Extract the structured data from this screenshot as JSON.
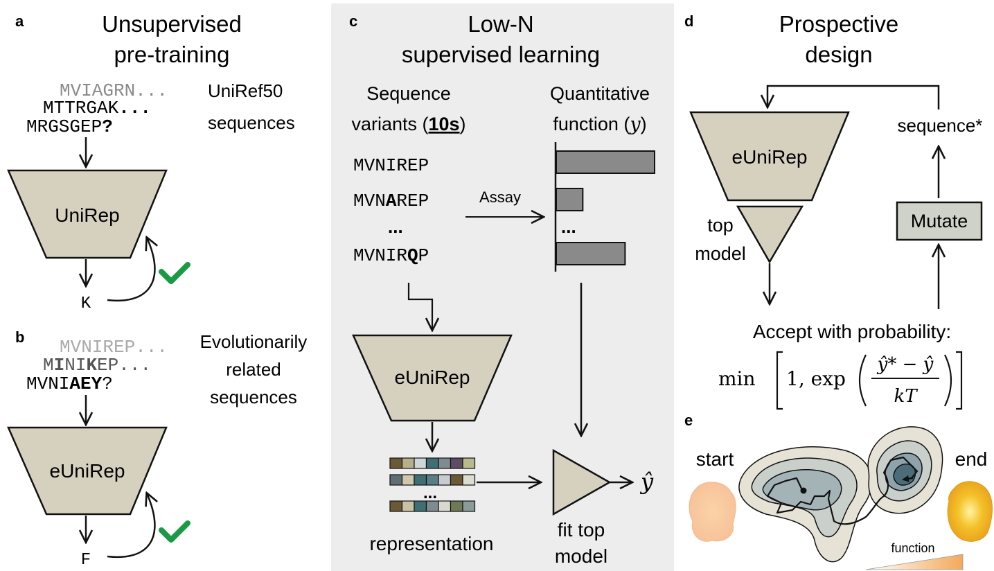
{
  "colors": {
    "panel_c_bg": "#ededed",
    "funnel_fill": "#d6d1bf",
    "bar_fill": "#8a8a8a",
    "mutate_fill": "#cfd2c8",
    "check_green": "#1a9a45",
    "orange_light": "#f7c89a",
    "orange_dark": "#f0b020"
  },
  "panel_a": {
    "label": "a",
    "title_line1": "Unsupervised",
    "title_line2": "pre-training",
    "seq1": "MVIAGRN...",
    "seq2": "MTTRGAK",
    "seq2_dots": "...",
    "seq3": "MRGSGEP",
    "seq3_q": "?",
    "side_line1": "UniRef50",
    "side_line2": "sequences",
    "model": "UniRep",
    "output": "K",
    "check_icon": "check-icon"
  },
  "panel_b": {
    "label": "b",
    "seq1": "MVNIREP...",
    "seq2_a": "M",
    "seq2_b": "I",
    "seq2_c": "NI",
    "seq2_d": "K",
    "seq2_e": "EP...",
    "seq3_a": "MVNI",
    "seq3_b": "AEY",
    "seq3_c": "?",
    "side_line1": "Evolutionarily",
    "side_line2": "related",
    "side_line3": "sequences",
    "model": "eUniRep",
    "output": "F"
  },
  "panel_c": {
    "label": "c",
    "title_line1": "Low-N",
    "title_line2": "supervised learning",
    "left_head_line1": "Sequence",
    "left_head_line2": "variants (",
    "left_head_bold": "10s",
    "left_head_close": ")",
    "right_head_line1": "Quantitative",
    "right_head_line2": "function (",
    "right_head_var": "y",
    "right_head_close": ")",
    "var1": "MVNIREP",
    "var2_a": "MVN",
    "var2_b": "A",
    "var2_c": "REP",
    "ellipsis": "...",
    "var3_a": "MVNIR",
    "var3_b": "Q",
    "var3_c": "P",
    "assay": "Assay",
    "bar_values": [
      1.0,
      0.27,
      0.7
    ],
    "model": "eUniRep",
    "representation": "representation",
    "fit_line1": "fit top",
    "fit_line2": "model",
    "yhat": "ŷ",
    "rep_rows": [
      [
        "#6b5a36",
        "#b5b08a",
        "#cfd6d8",
        "#3f6e74",
        "#7f8c8f",
        "#5d4c63",
        "#b8b98f"
      ],
      [
        "#5e6e72",
        "#cfc8ac",
        "#3f6e74",
        "#5a7e86",
        "#c8ccd0",
        "#6b5a36",
        "#dcdcd0"
      ],
      [
        "#6b5a36",
        "#c9c3a5",
        "#3f6e74",
        "#7f8c8f",
        "#d8d8cf",
        "#6d7a55",
        "#8a9c98"
      ]
    ]
  },
  "panel_d": {
    "label": "d",
    "title_line1": "Prospective",
    "title_line2": "design",
    "model": "eUniRep",
    "top_model_line1": "top",
    "top_model_line2": "model",
    "sequence_star": "sequence*",
    "mutate": "Mutate",
    "accept": "Accept with probability:",
    "formula_min": "min",
    "formula_one": "1, exp",
    "formula_num": "ŷ* − ŷ",
    "formula_den": "kT"
  },
  "panel_e": {
    "label": "e",
    "start": "start",
    "end": "end",
    "function": "function"
  }
}
